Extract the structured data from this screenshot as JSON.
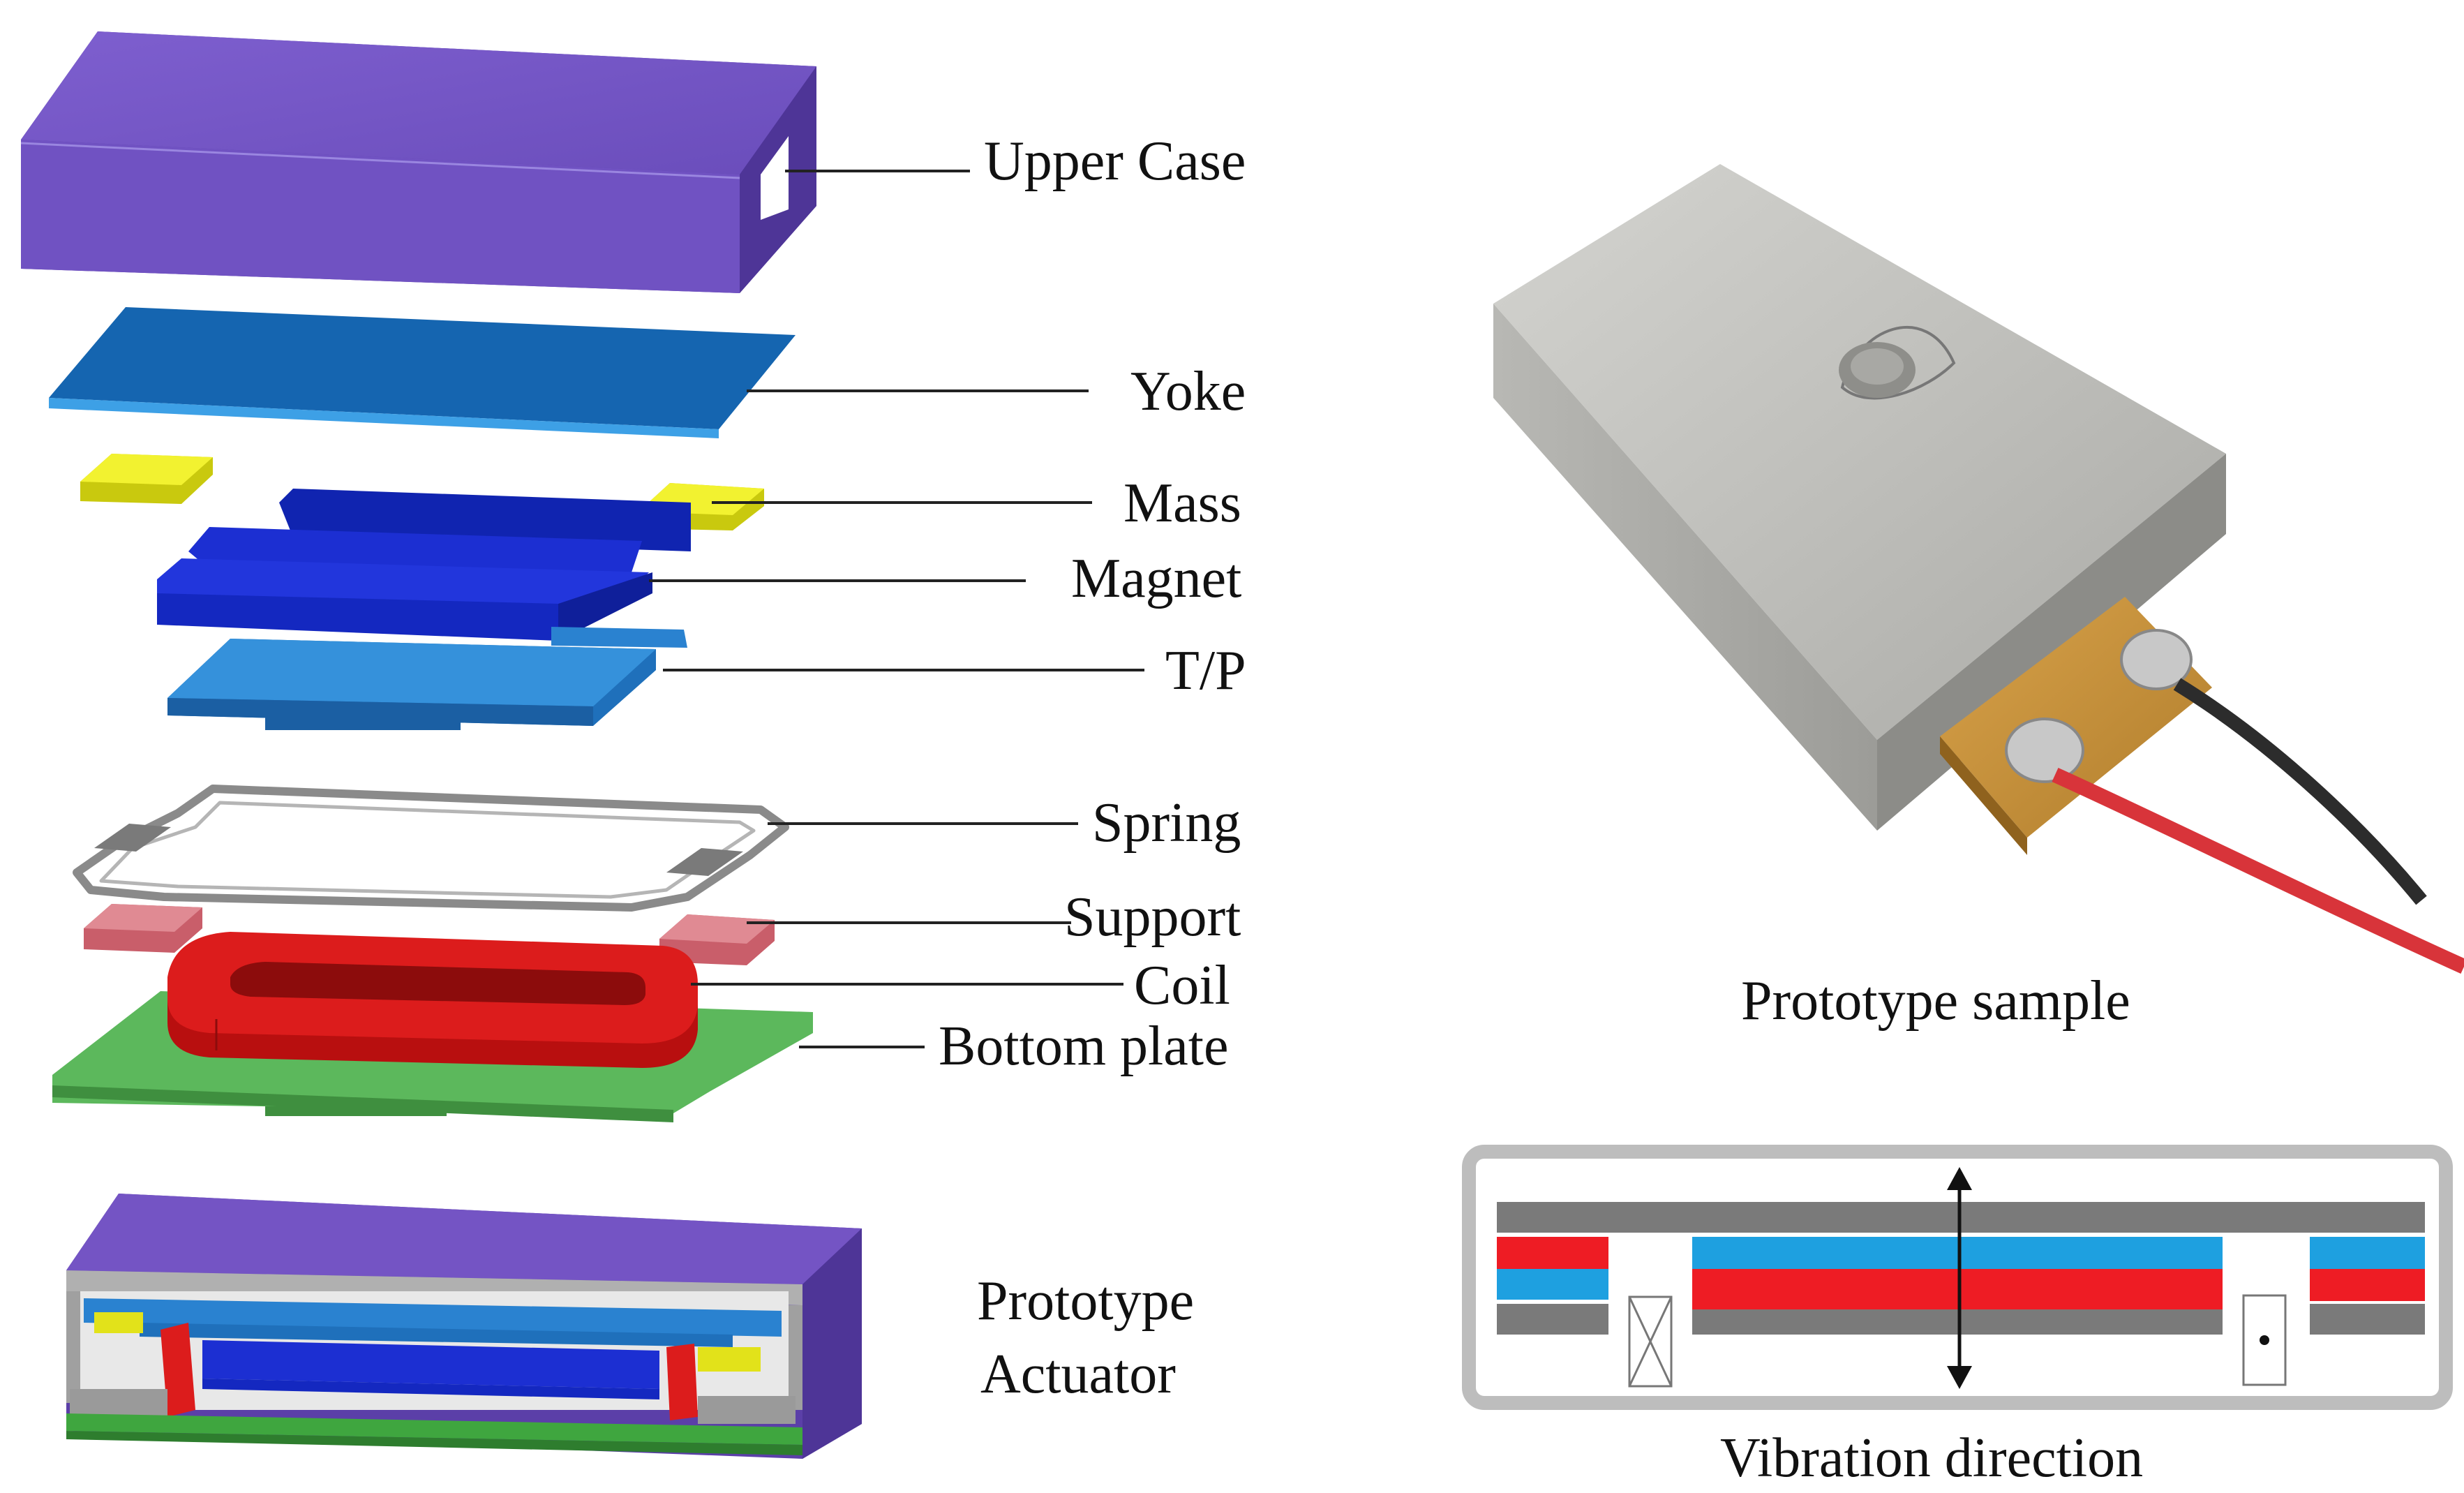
{
  "exploded_view": {
    "labels": {
      "upper_case": "Upper Case",
      "yoke": "Yoke",
      "mass": "Mass",
      "magnet": "Magnet",
      "tp": "T/P",
      "spring": "Spring",
      "support": "Support",
      "coil": "Coil",
      "bottom_plate": "Bottom plate"
    },
    "colors": {
      "upper_case": "#7454c4",
      "yoke": "#1f73c4",
      "mass": "#e2e21a",
      "magnet": "#1c2fd2",
      "tp": "#2a82d0",
      "spring": "#8a8a8a",
      "support": "#d8707a",
      "coil": "#dc1c1c",
      "bottom_plate": "#5cb85c"
    }
  },
  "assembled": {
    "caption_line1": "Prototype",
    "caption_line2": "Actuator"
  },
  "photo": {
    "caption": "Prototype sample"
  },
  "schematic": {
    "caption": "Vibration direction",
    "colors": {
      "frame": "#bdbdbd",
      "plate": "#7a7a7a",
      "magnet_top": "#1ea0e0",
      "magnet_bottom": "#ee1c24"
    }
  }
}
